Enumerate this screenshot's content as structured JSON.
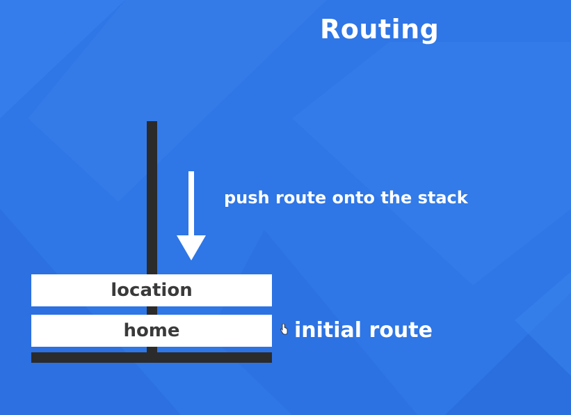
{
  "slide": {
    "title": "Routing"
  },
  "stack": {
    "blocks": [
      {
        "label": "location"
      },
      {
        "label": "home"
      }
    ],
    "push_label": "push route onto the stack",
    "initial_label": "initial route"
  },
  "colors": {
    "background": "#2f76e6",
    "pole": "#2b2b2b",
    "block_fill": "#ffffff",
    "block_text": "#3a3a3a",
    "text": "#ffffff"
  },
  "icons": {
    "arrow": "down-arrow-icon",
    "cursor": "hand-cursor-icon"
  }
}
